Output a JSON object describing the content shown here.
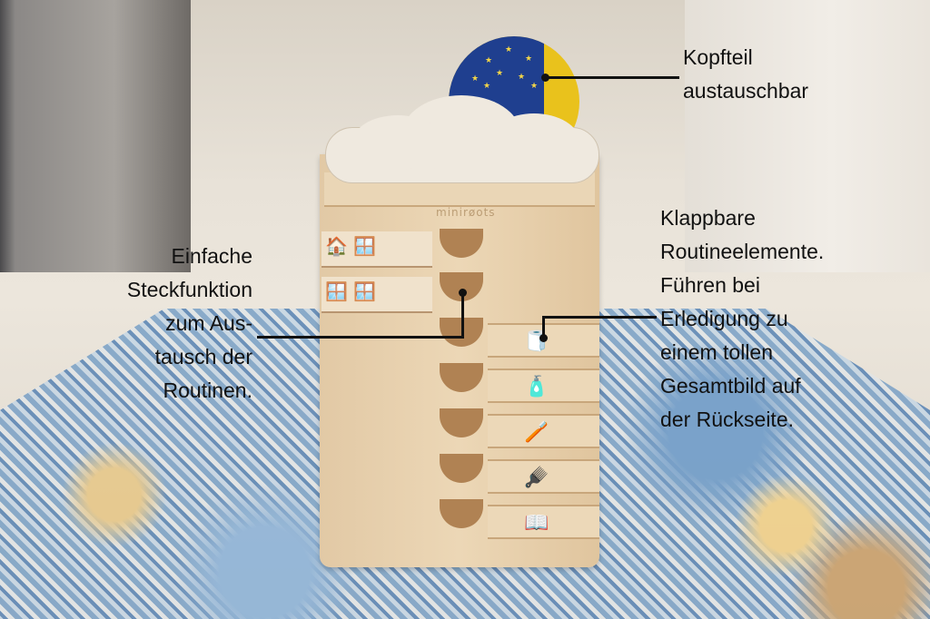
{
  "annotations": {
    "headpiece": [
      "Kopfteil",
      "austauschbar"
    ],
    "plug": [
      "Einfache",
      "Steckfunktion",
      "zum Aus-",
      "tausch der",
      "Routinen."
    ],
    "flaps": [
      "Klappbare",
      "Routineelemente.",
      "Führen bei",
      "Erledigung zu",
      "einem tollen",
      "Gesamtbild auf",
      "der Rückseite."
    ]
  },
  "logo": "minirøots",
  "flap_icons": [
    "toilet-paper-icon",
    "soap-dispenser-icon",
    "toothbrush-icon",
    "hairbrush-icon",
    "book-icon"
  ]
}
